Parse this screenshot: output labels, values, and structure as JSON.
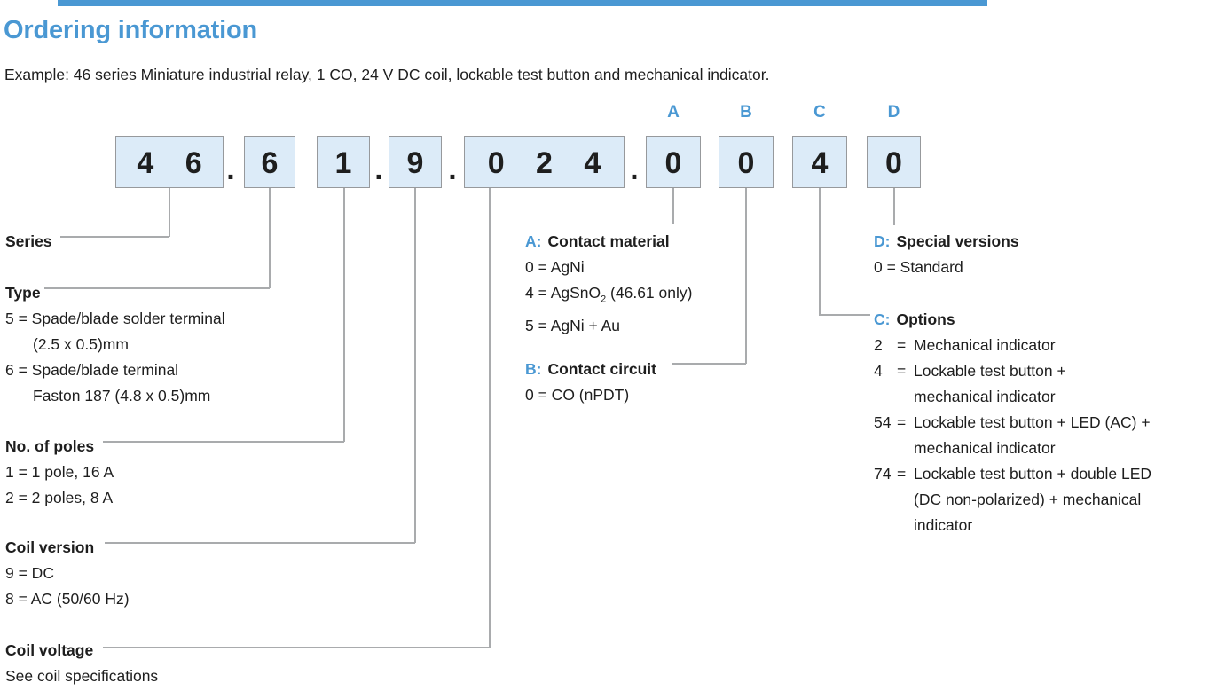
{
  "colors": {
    "accent": "#4a98d3",
    "box-fill": "#dcebf8",
    "box-border": "#97999c",
    "line": "#a9abad",
    "text": "#1e1e1e"
  },
  "header": {
    "title": "Ordering information",
    "example": "Example: 46 series Miniature industrial relay, 1 CO, 24 V DC coil, lockable test button and mechanical indicator."
  },
  "code_row": {
    "separator": ".",
    "boxes": [
      {
        "digits": "4 6"
      },
      {
        "digits": "6"
      },
      {
        "digits": "1"
      },
      {
        "digits": "9"
      },
      {
        "digits": "0 2 4"
      },
      {
        "digits": "0",
        "letter": "A"
      },
      {
        "digits": "0",
        "letter": "B"
      },
      {
        "digits": "4",
        "letter": "C"
      },
      {
        "digits": "0",
        "letter": "D"
      }
    ]
  },
  "sections": {
    "series": {
      "heading": "Series"
    },
    "type": {
      "heading": "Type",
      "items": [
        "5 = Spade/blade solder terminal",
        "(2.5 x 0.5)mm",
        "6 = Spade/blade terminal",
        "Faston 187 (4.8 x 0.5)mm"
      ]
    },
    "poles": {
      "heading": "No. of poles",
      "items": [
        "1 = 1 pole, 16 A",
        "2 = 2 poles, 8 A"
      ]
    },
    "coil_version": {
      "heading": "Coil version",
      "items": [
        "9 = DC",
        "8 = AC (50/60 Hz)"
      ]
    },
    "coil_voltage": {
      "heading": "Coil voltage",
      "items": [
        "See coil specifications"
      ]
    },
    "contact_material": {
      "prefix": "A:",
      "heading": "Contact material",
      "item1": "0 = AgNi",
      "item2_pre": "4 = AgSnO",
      "item2_sub": "2",
      "item2_post": " (46.61 only)",
      "item3": "5 = AgNi + Au"
    },
    "contact_circuit": {
      "prefix": "B:",
      "heading": "Contact circuit",
      "item1": "0 = CO (nPDT)"
    },
    "special_versions": {
      "prefix": "D:",
      "heading": "Special versions",
      "item1": "0 = Standard"
    },
    "options": {
      "prefix": "C:",
      "heading": "Options",
      "lines": [
        {
          "code": "2",
          "eq": "=",
          "text": "Mechanical indicator"
        },
        {
          "code": "4",
          "eq": "=",
          "text": "Lockable test button +"
        },
        {
          "code": "",
          "eq": "",
          "text": "mechanical indicator"
        },
        {
          "code": "54",
          "eq": "=",
          "text": "Lockable test button + LED (AC) +"
        },
        {
          "code": "",
          "eq": "",
          "text": "mechanical indicator"
        },
        {
          "code": "74",
          "eq": "=",
          "text": "Lockable test button + double LED"
        },
        {
          "code": "",
          "eq": "",
          "text": "(DC non-polarized) + mechanical"
        },
        {
          "code": "",
          "eq": "",
          "text": "indicator"
        }
      ]
    }
  }
}
